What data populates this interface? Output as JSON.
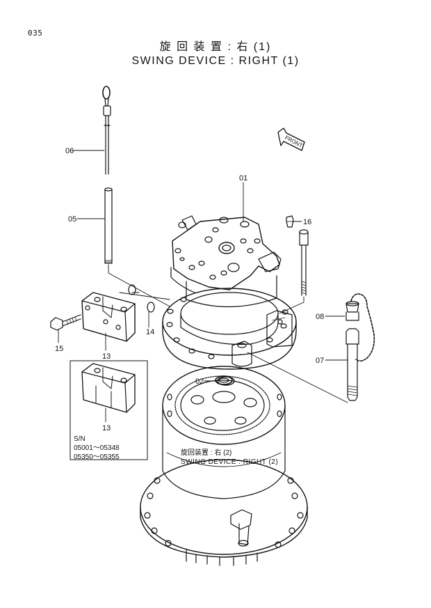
{
  "page": {
    "number": "035",
    "title_jp": "旋 回 装 置 : 右 (1)",
    "title_en": "SWING  DEVICE  :  RIGHT  (1)"
  },
  "callouts": [
    {
      "id": "06"
    },
    {
      "id": "05"
    },
    {
      "id": "01"
    },
    {
      "id": "16"
    },
    {
      "id": "14"
    },
    {
      "id": "15"
    },
    {
      "id": "13"
    },
    {
      "id": "08"
    },
    {
      "id": "07"
    },
    {
      "id": "02"
    }
  ],
  "front_arrow": {
    "label": "FRONT"
  },
  "inset": {
    "part": "13",
    "sn_label": "S/N",
    "sn_range_1": "05001～05348",
    "sn_range_2": "05350～05355"
  },
  "reference": {
    "jp": "旋回装置 : 右 (2)",
    "en": "SWING DEVICE : RIGHT (2)"
  }
}
